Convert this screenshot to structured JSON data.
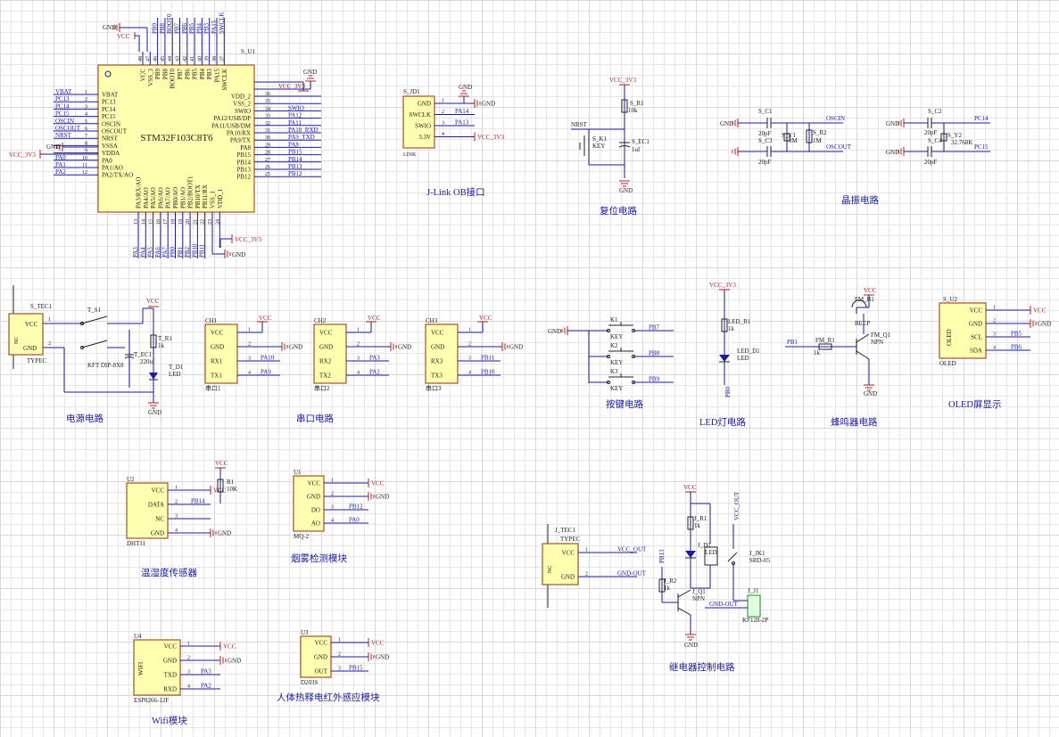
{
  "mcu": {
    "designator": "S_U1",
    "part": "STM32F103C8T6",
    "left_pins": [
      {
        "num": "1",
        "name": "VBAT",
        "net": "VBAT"
      },
      {
        "num": "2",
        "name": "PC13",
        "net": "PC13"
      },
      {
        "num": "3",
        "name": "PC14",
        "net": "PC14"
      },
      {
        "num": "4",
        "name": "PC15",
        "net": "PC15"
      },
      {
        "num": "5",
        "name": "OSCIN",
        "net": "OSCIN"
      },
      {
        "num": "6",
        "name": "OSCOUT",
        "net": "OSCOUT"
      },
      {
        "num": "7",
        "name": "NRST",
        "net": "NRST"
      },
      {
        "num": "8",
        "name": "VSSA",
        "net": "GND"
      },
      {
        "num": "9",
        "name": "VDDA",
        "net": "VCC_3V3"
      },
      {
        "num": "10",
        "name": "PA0",
        "net": "PA0"
      },
      {
        "num": "11",
        "name": "PA1/AO",
        "net": "PA1"
      },
      {
        "num": "12",
        "name": "PA2/TX/AO",
        "net": "PA2"
      }
    ],
    "right_pins": [
      {
        "num": "36",
        "name": "VDD_2",
        "net": "VCC_3V3"
      },
      {
        "num": "35",
        "name": "VSS_2",
        "net": "GND"
      },
      {
        "num": "34",
        "name": "SWIO",
        "net": "SWIO"
      },
      {
        "num": "33",
        "name": "PA12/USB/DP",
        "net": "PA12"
      },
      {
        "num": "32",
        "name": "PA11/USB/DM",
        "net": "PA11"
      },
      {
        "num": "31",
        "name": "PA10/RX",
        "net": "PA10_RXD"
      },
      {
        "num": "30",
        "name": "PA9/TX",
        "net": "PA9_TXD"
      },
      {
        "num": "29",
        "name": "PA8",
        "net": "PA8"
      },
      {
        "num": "28",
        "name": "PB15",
        "net": "PB15"
      },
      {
        "num": "27",
        "name": "PB14",
        "net": "PB14"
      },
      {
        "num": "26",
        "name": "PB13",
        "net": "PB13"
      },
      {
        "num": "25",
        "name": "PB12",
        "net": "PB12"
      }
    ],
    "top_pins": [
      {
        "num": "48",
        "name": "VCC",
        "net": "VCC"
      },
      {
        "num": "47",
        "name": "VSS_3",
        "net": "GND"
      },
      {
        "num": "46",
        "name": "PB9",
        "net": "PB9"
      },
      {
        "num": "45",
        "name": "PB8",
        "net": "PB8"
      },
      {
        "num": "44",
        "name": "BOOT0",
        "net": "BOOT0"
      },
      {
        "num": "43",
        "name": "PB7",
        "net": "PB7"
      },
      {
        "num": "42",
        "name": "PB6",
        "net": "PB6"
      },
      {
        "num": "41",
        "name": "PB5",
        "net": "PB5"
      },
      {
        "num": "40",
        "name": "PB4",
        "net": "PB4"
      },
      {
        "num": "39",
        "name": "PB3",
        "net": "PB3"
      },
      {
        "num": "38",
        "name": "PA15",
        "net": "PA15"
      },
      {
        "num": "37",
        "name": "SWCLK",
        "net": "SWCLK"
      }
    ],
    "bottom_pins": [
      {
        "num": "13",
        "name": "PA3/RX/AO",
        "net": "PA3"
      },
      {
        "num": "14",
        "name": "PA4/AO",
        "net": "PA4"
      },
      {
        "num": "15",
        "name": "PA5/AO",
        "net": "PA5"
      },
      {
        "num": "16",
        "name": "PA6/AO",
        "net": "PA6"
      },
      {
        "num": "17",
        "name": "PA7/AO",
        "net": "PA7"
      },
      {
        "num": "18",
        "name": "PB0/AO",
        "net": "PB0"
      },
      {
        "num": "19",
        "name": "PB1/AO",
        "net": "PB1"
      },
      {
        "num": "20",
        "name": "PB2/BOOT1",
        "net": "PB2"
      },
      {
        "num": "21",
        "name": "PB10/TX",
        "net": "PB10"
      },
      {
        "num": "22",
        "name": "PB11/RX",
        "net": "PB11"
      },
      {
        "num": "23",
        "name": "VSS_1",
        "net": "GND"
      },
      {
        "num": "24",
        "name": "VDD_1",
        "net": "VCC_3V3"
      }
    ],
    "top_gnd": "GND",
    "top_vcc": "VCC",
    "right_vcc": "VCC_3V3",
    "right_gnd": "GND",
    "left_vcc": "VCC_3V3",
    "left_gnd": "GND",
    "bottom_vcc": "VCC_3V3",
    "bottom_gnd": "GND"
  },
  "jlink": {
    "designator": "S_JD1",
    "part": "LINK",
    "pins": [
      {
        "num": "1",
        "name": "GND",
        "net": "GND"
      },
      {
        "num": "2",
        "name": "SWCLK",
        "net": "PA14"
      },
      {
        "num": "3",
        "name": "SWIO",
        "net": "PA13"
      },
      {
        "num": "4",
        "name": "3.3V",
        "net": "VCC_3V3"
      }
    ],
    "title": "J-Link OB接口"
  },
  "reset": {
    "vcc": "VCC_3V3",
    "r_ref": "S_R1",
    "r_val": "10k",
    "nrst": "NRST",
    "k_ref": "S_K1",
    "k_val": "KEY",
    "c_ref": "S_EC1",
    "c_val": "1uf",
    "gnd": "GND",
    "title": "复位电路"
  },
  "crystal": {
    "c1": "S_C1",
    "c1v": "20pF",
    "c3": "S_C3",
    "c3v": "20pF",
    "y1": "S_Y1",
    "y1v": "8M",
    "r2": "S_R2",
    "r2v": "1M",
    "oscin": "OSCIN",
    "oscout": "OSCOUT",
    "c2": "S_C2",
    "c2v": "20pF",
    "c4": "S_C4",
    "c4v": "20pF",
    "y2": "S_Y2",
    "y2v": "32.768K",
    "pc14": "PC14",
    "pc15": "PC15",
    "gnd": "GND",
    "title": "晶振电路"
  },
  "power": {
    "conn": "S_TEC1",
    "conn_type": "TYPEC",
    "pin_vcc": "VCC",
    "pin_gnd": "GND",
    "nc": "NC",
    "sw": "T_S1",
    "sw_type": "KFT DIP-8X8",
    "cap": "T_EC1",
    "cap_v": "220uf",
    "res": "T_R1",
    "res_v": "1k",
    "led": "T_D1",
    "led_v": "LED",
    "vcc": "VCC",
    "gnd": "GND",
    "title": "电源电路"
  },
  "serial": {
    "title": "串口电路",
    "ports": [
      {
        "ref": "CH1",
        "label": "串口1",
        "pins": [
          "VCC",
          "GND",
          "RX1",
          "TX1"
        ],
        "nets": [
          "VCC",
          "GND",
          "PA10",
          "PA9"
        ]
      },
      {
        "ref": "CH2",
        "label": "串口2",
        "pins": [
          "VCC",
          "GND",
          "RX2",
          "TX2"
        ],
        "nets": [
          "VCC",
          "GND",
          "PA3",
          "PA2"
        ]
      },
      {
        "ref": "CH3",
        "label": "串口3",
        "pins": [
          "VCC",
          "GND",
          "RX3",
          "TX3"
        ],
        "nets": [
          "VCC",
          "GND",
          "PB11",
          "PB10"
        ]
      }
    ]
  },
  "keys": {
    "gnd": "GND",
    "title": "按键电路",
    "items": [
      {
        "ref": "K1",
        "val": "KEY",
        "net": "PB7"
      },
      {
        "ref": "K2",
        "val": "KEY",
        "net": "PB8"
      },
      {
        "ref": "K3",
        "val": "KEY",
        "net": "PB9"
      }
    ]
  },
  "led": {
    "vcc": "VCC_3V3",
    "r": "LED_R1",
    "rv": "1k",
    "d": "LED_D1",
    "dv": "LED",
    "net": "PB0",
    "title": "LED灯电路"
  },
  "buzzer": {
    "vcc": "VCC",
    "bz": "FM_B1",
    "bzv": "BEEP",
    "q": "FM_Q1",
    "qv": "NPN",
    "r": "FM_R1",
    "rv": "1k",
    "net": "PB1",
    "gnd": "GND",
    "title": "蜂鸣器电路"
  },
  "oled": {
    "ref": "S_U2",
    "label": "OLED",
    "name": "OLED",
    "pins": [
      {
        "num": "1",
        "name": "VCC",
        "net": "VCC"
      },
      {
        "num": "2",
        "name": "GND",
        "net": "GND"
      },
      {
        "num": "3",
        "name": "SCL",
        "net": "PB5"
      },
      {
        "num": "4",
        "name": "SDA",
        "net": "PB6"
      }
    ],
    "title": "OLED屏显示"
  },
  "dht": {
    "ref": "U2",
    "part": "DHT11",
    "r": "R1",
    "rv": "10K",
    "pins": [
      {
        "num": "1",
        "name": "VCC",
        "net": "VCC"
      },
      {
        "num": "2",
        "name": "DATA",
        "net": "PB14"
      },
      {
        "num": "3",
        "name": "NC",
        "net": ""
      },
      {
        "num": "4",
        "name": "GND",
        "net": "GND"
      }
    ],
    "vcc": "VCC",
    "title": "温湿度传感器"
  },
  "mq2": {
    "ref": "U1",
    "part": "MQ-2",
    "pins": [
      {
        "num": "1",
        "name": "VCC",
        "net": "VCC"
      },
      {
        "num": "2",
        "name": "GND",
        "net": "GND"
      },
      {
        "num": "3",
        "name": "DO",
        "net": "PB12"
      },
      {
        "num": "4",
        "name": "AO",
        "net": "PA0"
      }
    ],
    "title": "烟雾检测模块"
  },
  "wifi": {
    "ref": "U4",
    "part": "ESP8266-12F",
    "side": "WIFI",
    "pins": [
      {
        "num": "1",
        "name": "VCC",
        "net": "VCC"
      },
      {
        "num": "2",
        "name": "GND",
        "net": "GND"
      },
      {
        "num": "3",
        "name": "TXD",
        "net": "PA3"
      },
      {
        "num": "4",
        "name": "RXD",
        "net": "PA2"
      }
    ],
    "title": "Wifi模块"
  },
  "pir": {
    "ref": "U3",
    "part": "D203S",
    "pins": [
      {
        "num": "1",
        "name": "VCC",
        "net": "VCC"
      },
      {
        "num": "2",
        "name": "GND",
        "net": "GND"
      },
      {
        "num": "3",
        "name": "OUT",
        "net": "PB15"
      }
    ],
    "title": "人体热释电红外感应模块"
  },
  "relay_conn": {
    "ref": "J_TEC1",
    "type": "TYPEC",
    "pins": [
      {
        "num": "1",
        "name": "VCC",
        "net": "VCC_OUT"
      },
      {
        "num": "2",
        "name": "GND",
        "net": "GND-OUT"
      }
    ],
    "nc": "NC"
  },
  "relay": {
    "vcc": "VCC",
    "vcc_out": "VCC_OUT",
    "r1": "J_R1",
    "r1v": "1k",
    "d1": "J_D1",
    "d1v": "LED",
    "jk": "J_JK1",
    "jkv": "SRD-05",
    "r2": "J_R2",
    "r2v": "1k",
    "q": "J_Q1",
    "qv": "NPN",
    "net": "PB13",
    "j1": "J_J1",
    "j1v": "KF128-2P",
    "gnd_out": "GND-OUT",
    "gnd": "GND",
    "title": "继电器控制电路"
  }
}
